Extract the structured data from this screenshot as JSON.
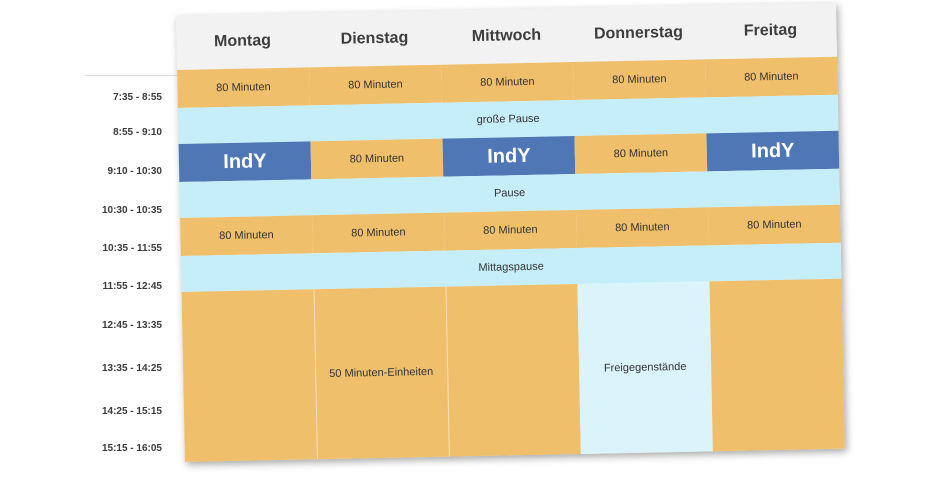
{
  "days": [
    "Montag",
    "Dienstag",
    "Mittwoch",
    "Donnerstag",
    "Freitag"
  ],
  "times": [
    "7:35 - 8:55",
    "8:55 - 9:10",
    "9:10 - 10:30",
    "10:30 - 10:35",
    "10:35 - 11:55",
    "11:55 - 12:45",
    "12:45 - 13:35",
    "13:35 - 14:25",
    "14:25 - 15:15",
    "15:15 - 16:05"
  ],
  "block1": [
    "80 Minuten",
    "80 Minuten",
    "80 Minuten",
    "80 Minuten",
    "80 Minuten"
  ],
  "grosse_pause": "große Pause",
  "block2": [
    "IndY",
    "80 Minuten",
    "IndY",
    "80 Minuten",
    "IndY"
  ],
  "pause": "Pause",
  "block3": [
    "80 Minuten",
    "80 Minuten",
    "80 Minuten",
    "80 Minuten",
    "80 Minuten"
  ],
  "mittagspause": "Mittagspause",
  "afternoon": {
    "units": "50 Minuten-Einheiten",
    "elective": "Freigegenstände"
  },
  "colors": {
    "lesson": "#efbf6c",
    "break": "#c6eef8",
    "indy": "#4f77b5",
    "elective": "#dbf4fb",
    "header": "#f2f2f2"
  }
}
